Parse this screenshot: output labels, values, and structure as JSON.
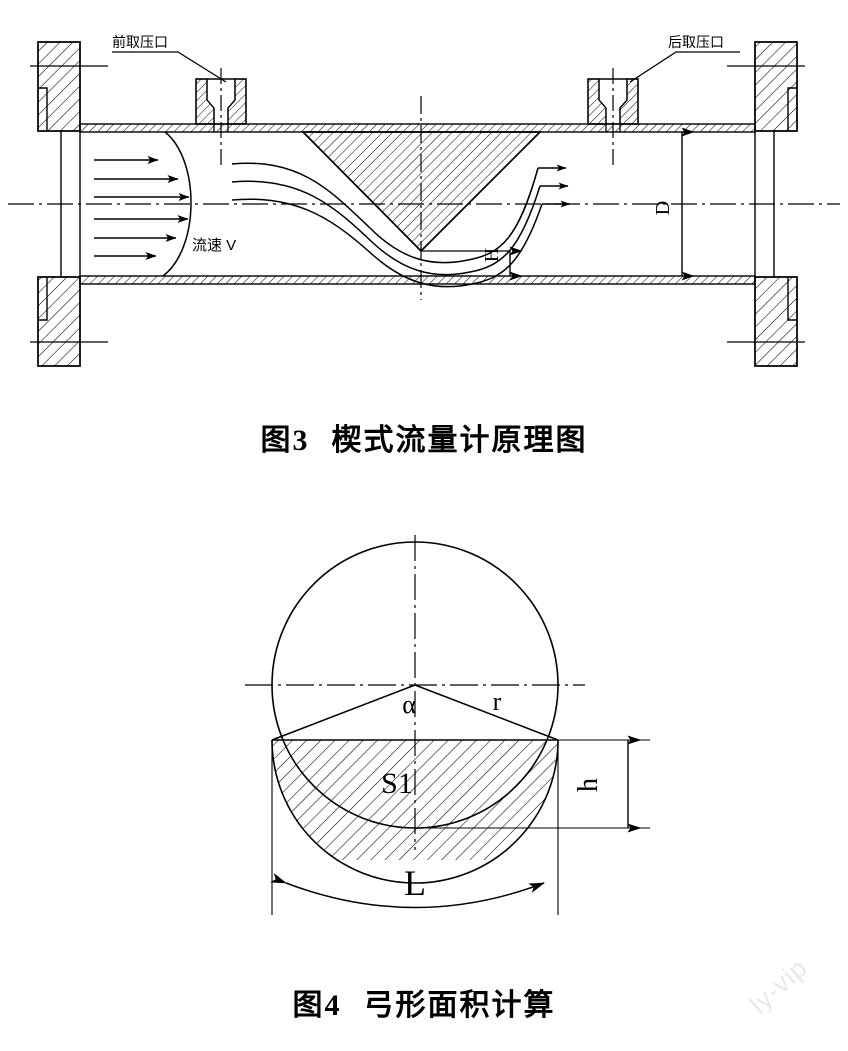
{
  "document": {
    "kind": "technical-drawing-sheet",
    "background_color": "#ffffff",
    "line_color": "#000000",
    "watermark": "ly-vip"
  },
  "figure3": {
    "caption_prefix": "图",
    "caption_number": "3",
    "caption_title": "楔式流量计原理图",
    "caption_full": "图3   楔式流量计原理图",
    "labels": {
      "front_tap": "前取压口",
      "rear_tap": "后取压口",
      "velocity": "流速 V",
      "height_h": "H",
      "diameter_d": "D"
    },
    "annotations": {
      "velocity_arrow_count": 6,
      "streamline_count": 3,
      "wedge_shape": "triangular",
      "wedge_apex": "down"
    }
  },
  "figure4": {
    "caption_prefix": "图",
    "caption_number": "4",
    "caption_title": "弓形面积计算",
    "caption_full": "图4   弓形面积计算",
    "labels": {
      "angle": "α",
      "radius": "r",
      "segment_area": "S1",
      "height": "h",
      "chord_arc": "L"
    },
    "annotations": {
      "shape": "circle-with-hatched-circular-segment",
      "segment_position": "lower"
    }
  },
  "chart_data": {
    "type": "diagram",
    "title": "楔式流量计原理图 / 弓形面积计算",
    "figures": [
      {
        "id": "figure-3",
        "caption": "图3   楔式流量计原理图",
        "description": "Cross-section of a wedge flowmeter pipe with flanges at both ends, two pressure taps on top, a triangular wedge restriction, velocity profile arrows and streamlines.",
        "callouts": [
          "前取压口",
          "后取压口",
          "流速 V",
          "H",
          "D"
        ]
      },
      {
        "id": "figure-4",
        "caption": "图4   弓形面积计算",
        "description": "Circle of radius r with a hatched circular segment S1 below a chord; central angle α, segment height h and chord/arc span L are dimensioned.",
        "callouts": [
          "α",
          "r",
          "S1",
          "h",
          "L"
        ]
      }
    ]
  }
}
